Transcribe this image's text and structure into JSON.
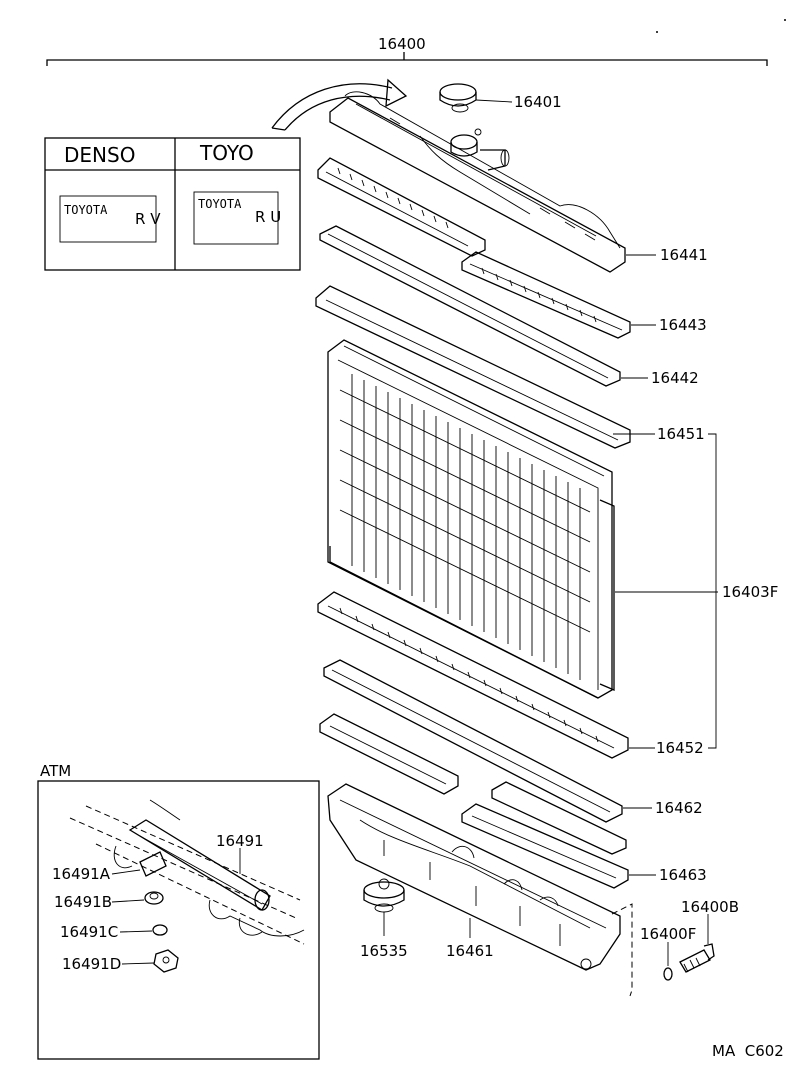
{
  "diagram": {
    "assembly_label": "16400",
    "brands": {
      "denso": "DENSO",
      "toyo": "TOYO",
      "denso_mark": "TOYOTA",
      "denso_letters": "R V",
      "toyo_mark": "TOYOTA",
      "toyo_letters": "R U"
    },
    "parts": {
      "p16401": "16401",
      "p16441": "16441",
      "p16443": "16443",
      "p16442": "16442",
      "p16451": "16451",
      "p16403F": "16403F",
      "p16452": "16452",
      "p16462": "16462",
      "p16463": "16463",
      "p16400B": "16400B",
      "p16400F": "16400F",
      "p16461": "16461",
      "p16535": "16535"
    },
    "atm": {
      "title": "ATM",
      "p16491": "16491",
      "p16491A": "16491A",
      "p16491B": "16491B",
      "p16491C": "16491C",
      "p16491D": "16491D"
    },
    "footer_code": "MA  C602"
  }
}
